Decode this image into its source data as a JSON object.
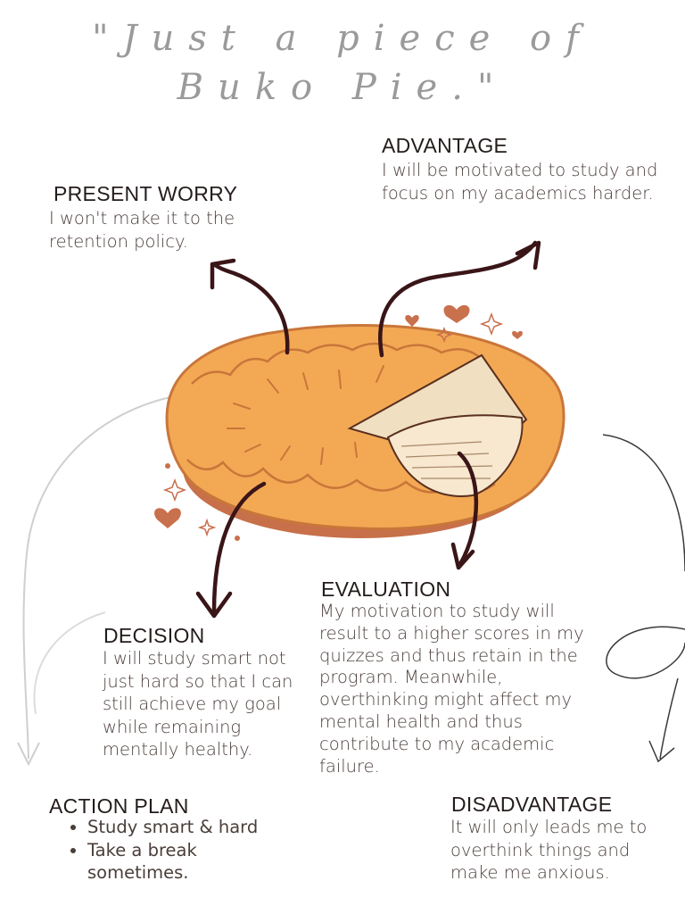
{
  "title": {
    "line1": "\"Just a piece of",
    "line2": "Buko Pie.\""
  },
  "present_worry": {
    "heading": "PRESENT WORRY",
    "text": "I won't make it to the retention policy."
  },
  "advantage": {
    "heading": "ADVANTAGE",
    "text": "I will be motivated to study and focus on my academics harder."
  },
  "evaluation": {
    "heading": "EVALUATION",
    "text": "My motivation to study will result to a higher scores in my quizzes and thus retain in the program. Meanwhile, overthinking might affect my mental health and thus contribute to my academic failure."
  },
  "decision": {
    "heading": "DECISION",
    "text": "I will study smart not just hard so that I can still achieve my goal while remaining mentally healthy."
  },
  "action_plan": {
    "heading": "ACTION PLAN",
    "items": [
      "Study smart & hard",
      "Take a break sometimes."
    ]
  },
  "disadvantage": {
    "heading": "DISADVANTAGE",
    "text": "It will only leads me to overthink things and make me anxious."
  },
  "colors": {
    "crust": "#f3a954",
    "crust_edge": "#c9763a",
    "pie_base": "#c7704a",
    "arrow": "#3a1518",
    "accent": "#c9704d",
    "line_gray": "#c8c8c8"
  }
}
